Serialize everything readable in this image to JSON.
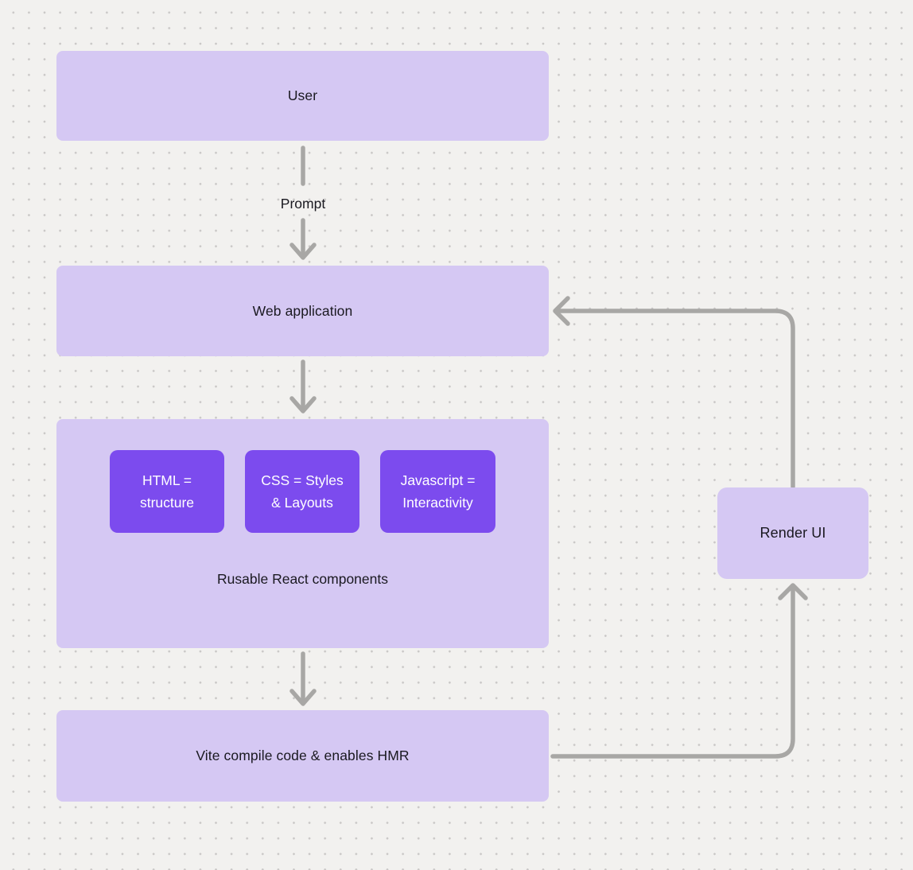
{
  "theme": {
    "bg": "#f2f1ef",
    "dot": "#c9c7c6",
    "node_light": "#d5c8f3",
    "node_dark": "#7c4bee",
    "arrow": "#a8a7a5",
    "text": "#1a1920",
    "text_on_dark": "#ffffff"
  },
  "nodes": {
    "user": {
      "label": "User"
    },
    "web_app": {
      "label": "Web application"
    },
    "components_group": {
      "caption": "Rusable React components",
      "children": [
        {
          "lines": [
            "HTML =",
            "structure"
          ]
        },
        {
          "lines": [
            "CSS = Styles",
            "& Layouts"
          ]
        },
        {
          "lines": [
            "Javascript =",
            "Interactivity"
          ]
        }
      ]
    },
    "vite": {
      "label": "Vite compile code & enables HMR"
    },
    "render_ui": {
      "label": "Render UI"
    }
  },
  "edge_labels": {
    "prompt": "Prompt"
  }
}
